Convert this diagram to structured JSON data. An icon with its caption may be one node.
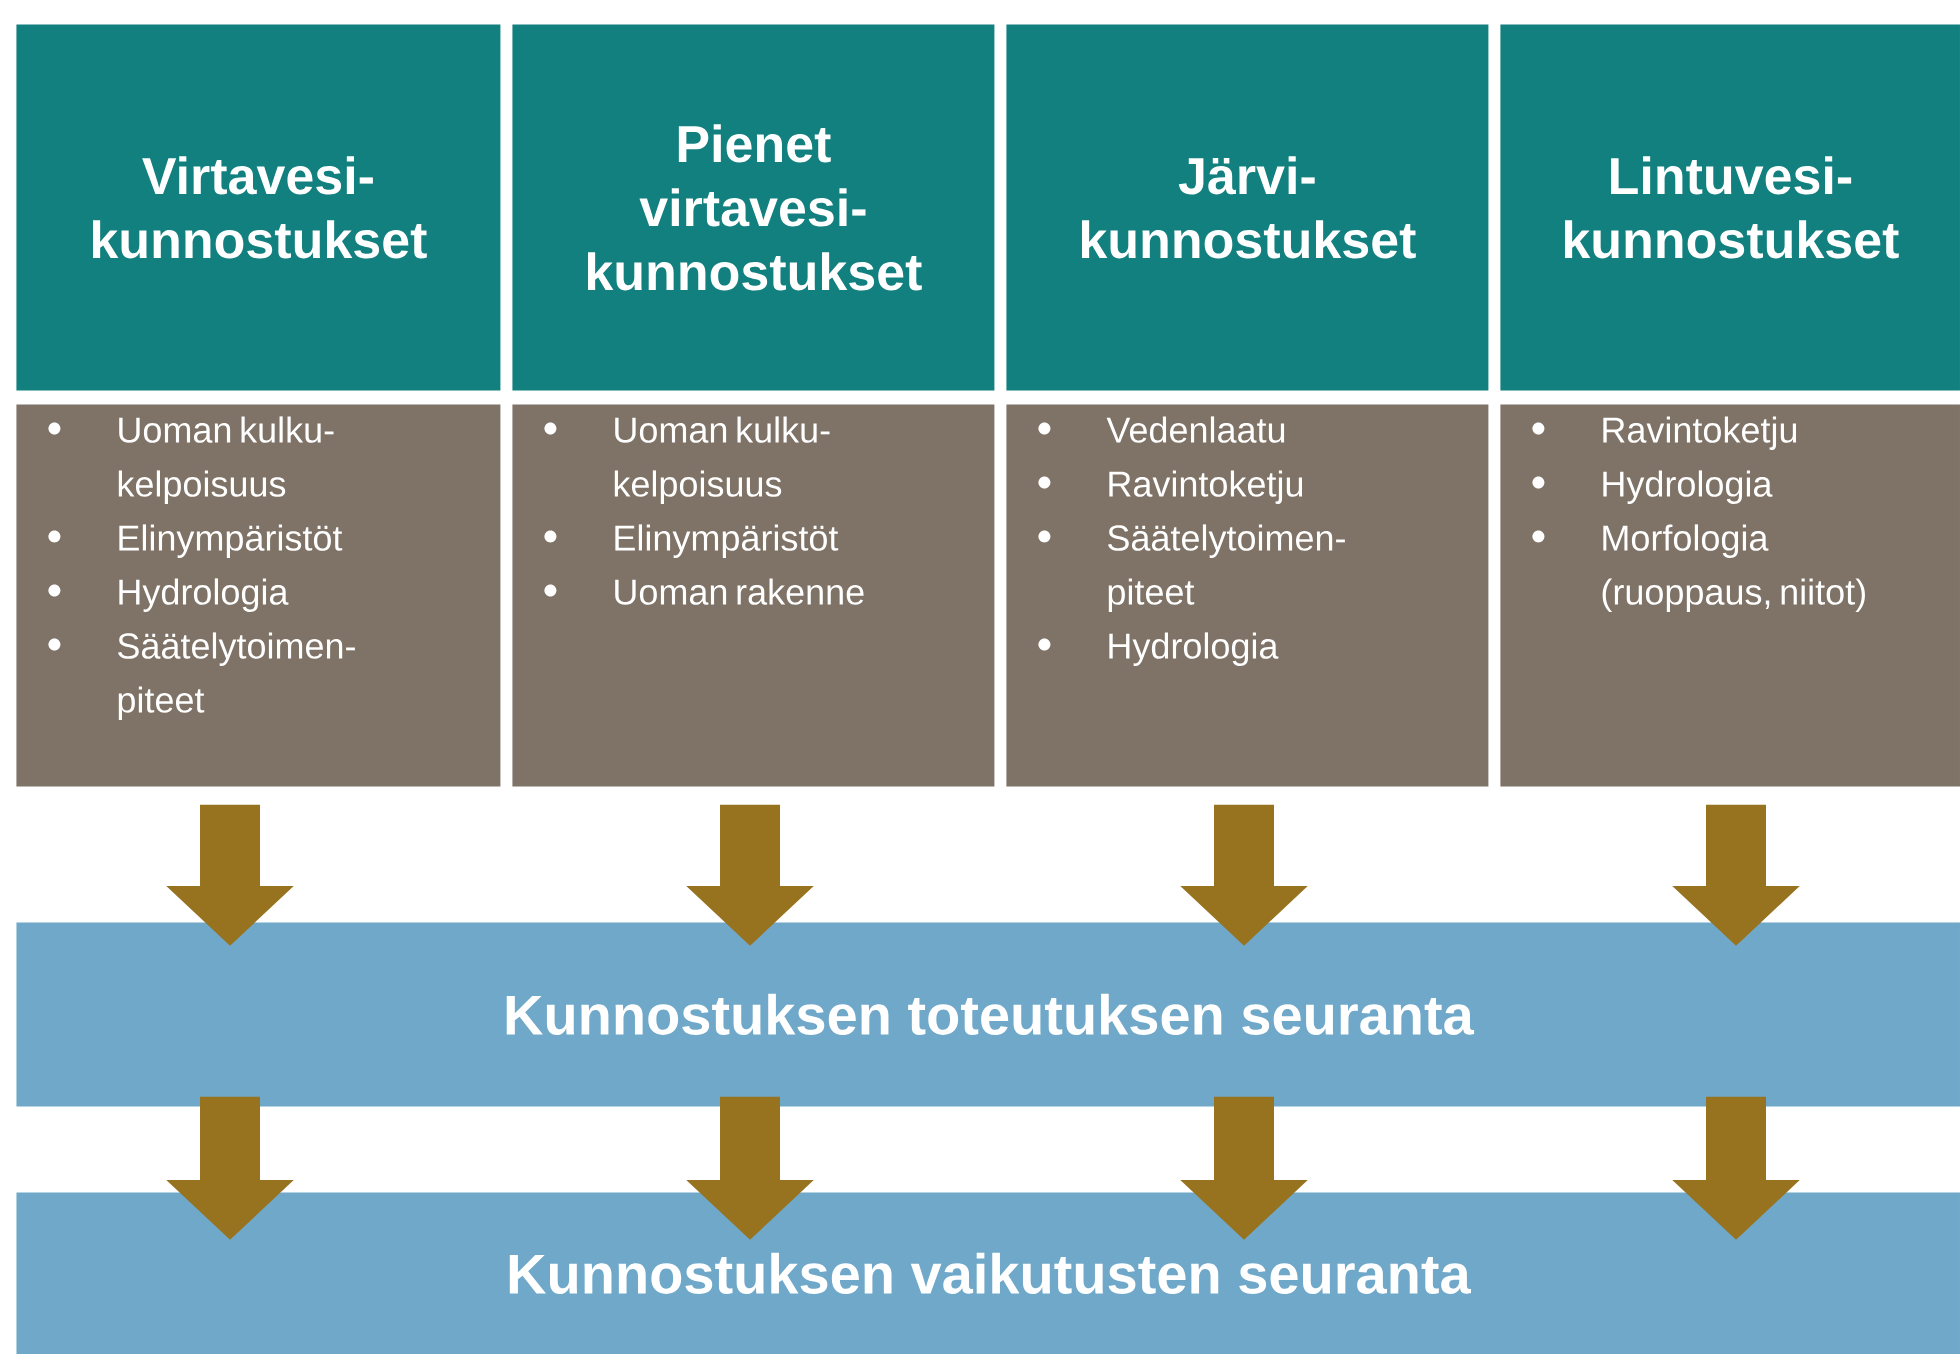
{
  "diagram": {
    "nodes": [
      {
        "text": [
          "Virtavesi-kunnostukset"
        ]
      },
      {
        "text": [
          "Pienet virtavesi-kunnostukset"
        ]
      },
      {
        "text": [
          "Järvi-kunnostukset"
        ]
      },
      {
        "text": [
          "Lintuvesi-kunnostukset"
        ]
      },
      {
        "text": [
          "Uoman kulku-kelpoisuus",
          "Elinympäristöt",
          "Hydrologia",
          "Säätelytoimen-piteet"
        ]
      },
      {
        "text": [
          "Uoman kulku-kelpoisuus",
          "Elinympäristöt",
          "Uoman rakenne"
        ]
      },
      {
        "text": [
          "Vedenlaatu",
          "Ravintoketju",
          "Säätelytoimen-piteet",
          "Hydrologia"
        ]
      },
      {
        "text": [
          "Ravintoketju",
          "Hydrologia",
          "Morfologia (ruoppaus, niitot)"
        ]
      },
      {
        "text": [
          "Kunnostuksen toteutuksen seuranta"
        ]
      },
      {
        "text": [
          "Kunnostuksen vaikutusten seuranta"
        ]
      }
    ],
    "edges": [
      {
        "from": 4,
        "to": 8,
        "arrow": "to"
      },
      {
        "from": 5,
        "to": 8,
        "arrow": "to"
      },
      {
        "from": 6,
        "to": 8,
        "arrow": "to"
      },
      {
        "from": 7,
        "to": 8,
        "arrow": "to"
      },
      {
        "from": 8,
        "to": 9,
        "arrow": "to"
      },
      {
        "from": 8,
        "to": 9,
        "arrow": "to"
      },
      {
        "from": 8,
        "to": 9,
        "arrow": "to"
      },
      {
        "from": 8,
        "to": 9,
        "arrow": "to"
      }
    ]
  }
}
